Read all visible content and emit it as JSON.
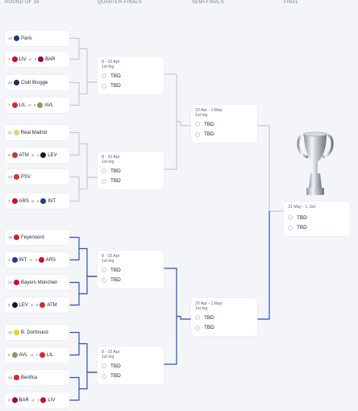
{
  "rounds": {
    "r16": "ROUND OF 16",
    "qf": "QUARTER-FINALS",
    "sf": "SEMI-FINALS",
    "final": "FINAL"
  },
  "r16": [
    {
      "seed1": "16",
      "team1": "Paris",
      "c1": "#1d3a74"
    },
    {
      "seed1": "1",
      "team1": "LIV",
      "c1": "#c8102e",
      "seed2": "2",
      "team2": "BAR",
      "c2": "#a50044"
    },
    {
      "seed1": "24",
      "team1": "Club Brugge",
      "c1": "#1b2f57"
    },
    {
      "seed1": "7",
      "team1": "LIL",
      "c1": "#d72b2b",
      "seed2": "8",
      "team2": "AVL",
      "c2": "#8a9a5b"
    },
    {
      "seed1": "11",
      "team1": "Real Madrid",
      "c1": "#e8d36a"
    },
    {
      "seed1": "6",
      "team1": "ATM",
      "c1": "#cb3524",
      "seed2": "4",
      "team2": "LEV",
      "c2": "#1c1c1c"
    },
    {
      "seed1": "14",
      "team1": "PSV",
      "c1": "#e23030"
    },
    {
      "seed1": "3",
      "team1": "ARS",
      "c1": "#c8102e",
      "seed2": "4",
      "team2": "INT",
      "c2": "#1c3d8f"
    },
    {
      "seed1": "19",
      "team1": "Feyenoord",
      "c1": "#d0202e"
    },
    {
      "seed1": "4",
      "team1": "INT",
      "c1": "#1c3d8f",
      "seed2": "3",
      "team2": "ARS",
      "c2": "#c8102e"
    },
    {
      "seed1": "12",
      "team1": "Bayern München",
      "c1": "#dc052d"
    },
    {
      "seed1": "6",
      "team1": "LEV",
      "c1": "#1c1c1c",
      "seed2": "5",
      "team2": "ATM",
      "c2": "#cb3524"
    },
    {
      "seed1": "10",
      "team1": "B. Dortmund",
      "c1": "#f2d414"
    },
    {
      "seed1": "8",
      "team1": "AVL",
      "c1": "#8a9a5b",
      "seed2": "7",
      "team2": "LIL",
      "c2": "#d72b2b"
    },
    {
      "seed1": "16",
      "team1": "Benfica",
      "c1": "#e2231a"
    },
    {
      "seed1": "2",
      "team1": "BAR",
      "c1": "#a50044",
      "seed2": "1",
      "team2": "LIV",
      "c2": "#c8102e"
    }
  ],
  "or_label": "or",
  "qf": [
    {
      "date": "8 - 10 Apr",
      "leg": "1st leg",
      "home": "TBD",
      "away": "TBD"
    },
    {
      "date": "8 - 10 Apr",
      "leg": "1st leg",
      "home": "TBD",
      "away": "TBD"
    },
    {
      "date": "8 - 10 Apr",
      "leg": "1st leg",
      "home": "TBD",
      "away": "TBD"
    },
    {
      "date": "8 - 10 Apr",
      "leg": "1st leg",
      "home": "TBD",
      "away": "TBD"
    }
  ],
  "sf": [
    {
      "date": "29 Apr - 1 May",
      "leg": "1st leg",
      "home": "TBD",
      "away": "TBD"
    },
    {
      "date": "29 Apr - 1 May",
      "leg": "1st leg",
      "home": "TBD",
      "away": "TBD"
    }
  ],
  "final": {
    "date": "31 May - 1 Jun",
    "home": "TBD",
    "away": "TBD"
  },
  "colors": {
    "line_top": "#c6cad4",
    "line_bottom": "#2f4fb8",
    "card": "#ffffff",
    "bg": "#f3f5f9"
  },
  "icons": {
    "trophy": "champions-league-trophy-icon",
    "slot": "team-placeholder-icon"
  }
}
